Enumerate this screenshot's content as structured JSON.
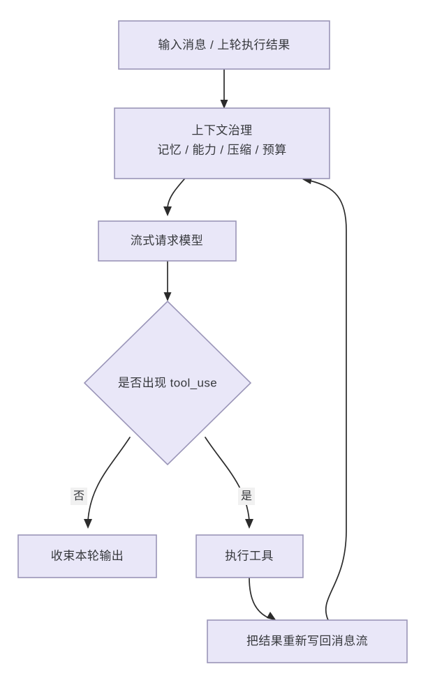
{
  "diagram": {
    "type": "flowchart",
    "direction": "top-to-bottom",
    "background_color": "#ffffff",
    "node_fill_color": "#e9e7f8",
    "node_border_color": "#9a95b8",
    "edge_color": "#2b2b2b",
    "text_color": "#36383c",
    "nodes": [
      {
        "id": "input",
        "shape": "rectangle",
        "label": "输入消息 / 上轮执行结果"
      },
      {
        "id": "context",
        "shape": "rectangle",
        "label_line1": "上下文治理",
        "label_line2": "记忆 / 能力 / 压缩 / 预算"
      },
      {
        "id": "stream-request",
        "shape": "rectangle",
        "label": "流式请求模型"
      },
      {
        "id": "decision-tool-use",
        "shape": "diamond",
        "label": "是否出现 tool_use"
      },
      {
        "id": "finish-output",
        "shape": "rectangle",
        "label": "收束本轮输出"
      },
      {
        "id": "run-tool",
        "shape": "rectangle",
        "label": "执行工具"
      },
      {
        "id": "write-back",
        "shape": "rectangle",
        "label": "把结果重新写回消息流"
      }
    ],
    "edges": [
      {
        "id": "e1",
        "from": "input",
        "to": "context",
        "label": ""
      },
      {
        "id": "e2",
        "from": "context",
        "to": "stream-request",
        "label": ""
      },
      {
        "id": "e3",
        "from": "stream-request",
        "to": "decision-tool-use",
        "label": ""
      },
      {
        "id": "e4",
        "from": "decision-tool-use",
        "to": "finish-output",
        "label": "否"
      },
      {
        "id": "e5",
        "from": "decision-tool-use",
        "to": "run-tool",
        "label": "是"
      },
      {
        "id": "e6",
        "from": "run-tool",
        "to": "write-back",
        "label": ""
      },
      {
        "id": "e7",
        "from": "write-back",
        "to": "context",
        "label": ""
      }
    ]
  }
}
